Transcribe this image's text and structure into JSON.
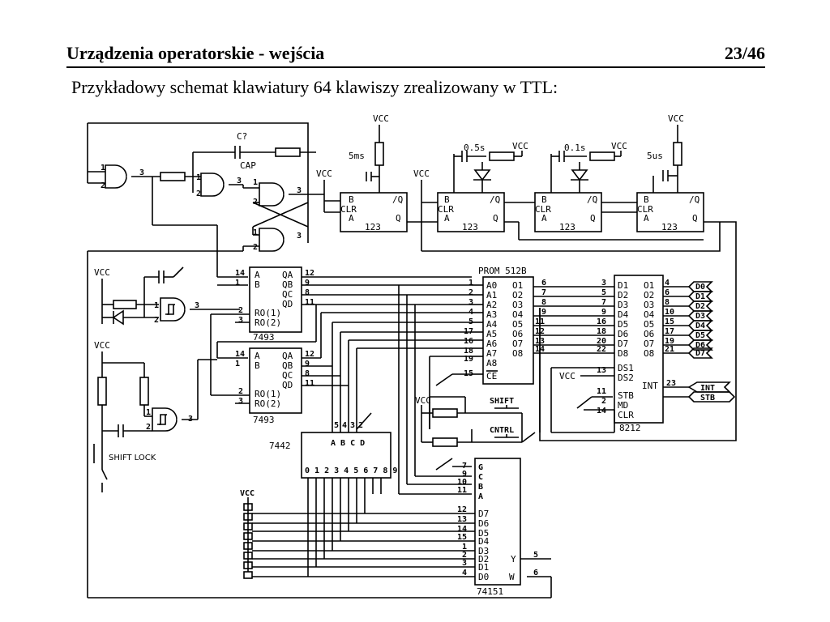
{
  "header": {
    "title": "Urządzenia operatorskie - wejścia",
    "page": "23/46"
  },
  "subtitle": "Przykładowy schemat klawiatury 64 klawiszy zrealizowany w TTL:",
  "schematic": {
    "chips": {
      "c7493a": "7493",
      "c7493b": "7493",
      "c7442": "7442",
      "prom": "PROM 512B",
      "c8212": "8212",
      "c74151": "74151",
      "oneshot1": "123",
      "oneshot2": "123",
      "oneshot3": "123",
      "oneshot4": "123"
    },
    "labels": {
      "vcc": "VCC",
      "cap": "CAP",
      "c_q": "C?",
      "t5ms": "5ms",
      "t05s": "0.5s",
      "t01s": "0.1s",
      "t5us": "5us",
      "shift": "SHIFT",
      "cntrl": "CNTRL",
      "shift_lock": "SHIFT LOCK",
      "int": "INT",
      "stb": "STB",
      "bcd": "A B C D",
      "digits": "0 1 2 3 4 5 6 7 8 9"
    }
  }
}
